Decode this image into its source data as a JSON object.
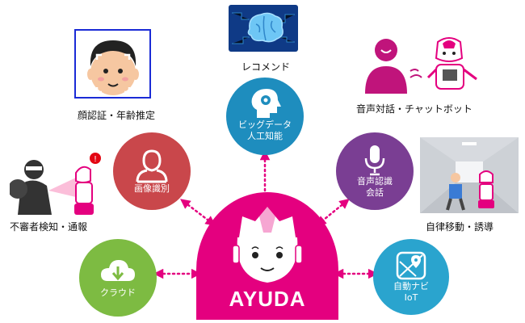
{
  "colors": {
    "hub": "#E4007F",
    "image_recognition": "#C9474B",
    "bigdata_ai": "#1E8DBE",
    "speech": "#7A3E93",
    "cloud": "#7DBB42",
    "navigation": "#2AA4CE",
    "link_dots": "#E4007F"
  },
  "hub": {
    "name": "AYUDA",
    "icon": "robot-face-icon"
  },
  "nodes": {
    "image_recognition": {
      "label": "画像識別",
      "icon": "person-silhouette-icon"
    },
    "bigdata_ai": {
      "label_lines": [
        "ビッグデータ",
        "人工知能"
      ],
      "icon": "head-gears-icon"
    },
    "speech": {
      "label_lines": [
        "音声認識",
        "会話"
      ],
      "icon": "microphone-icon"
    },
    "cloud": {
      "label": "クラウド",
      "icon": "cloud-download-icon"
    },
    "navigation": {
      "label_lines": [
        "自動ナビ",
        "IoT"
      ],
      "icon": "map-pin-icon"
    }
  },
  "features": {
    "face_auth": {
      "caption": "顔認証・年齢推定",
      "icon": "face-scan-icon"
    },
    "recommend": {
      "caption": "レコメンド",
      "icon": "brain-icon"
    },
    "voice_chat": {
      "caption": "音声対話・チャットボット",
      "icon": "person-robot-talk-icon"
    },
    "intruder": {
      "caption": "不審者検知・通報",
      "icon": "thief-alert-icon"
    },
    "navigation_guide": {
      "caption": "自律移動・誘導",
      "icon": "corridor-guide-icon"
    }
  }
}
